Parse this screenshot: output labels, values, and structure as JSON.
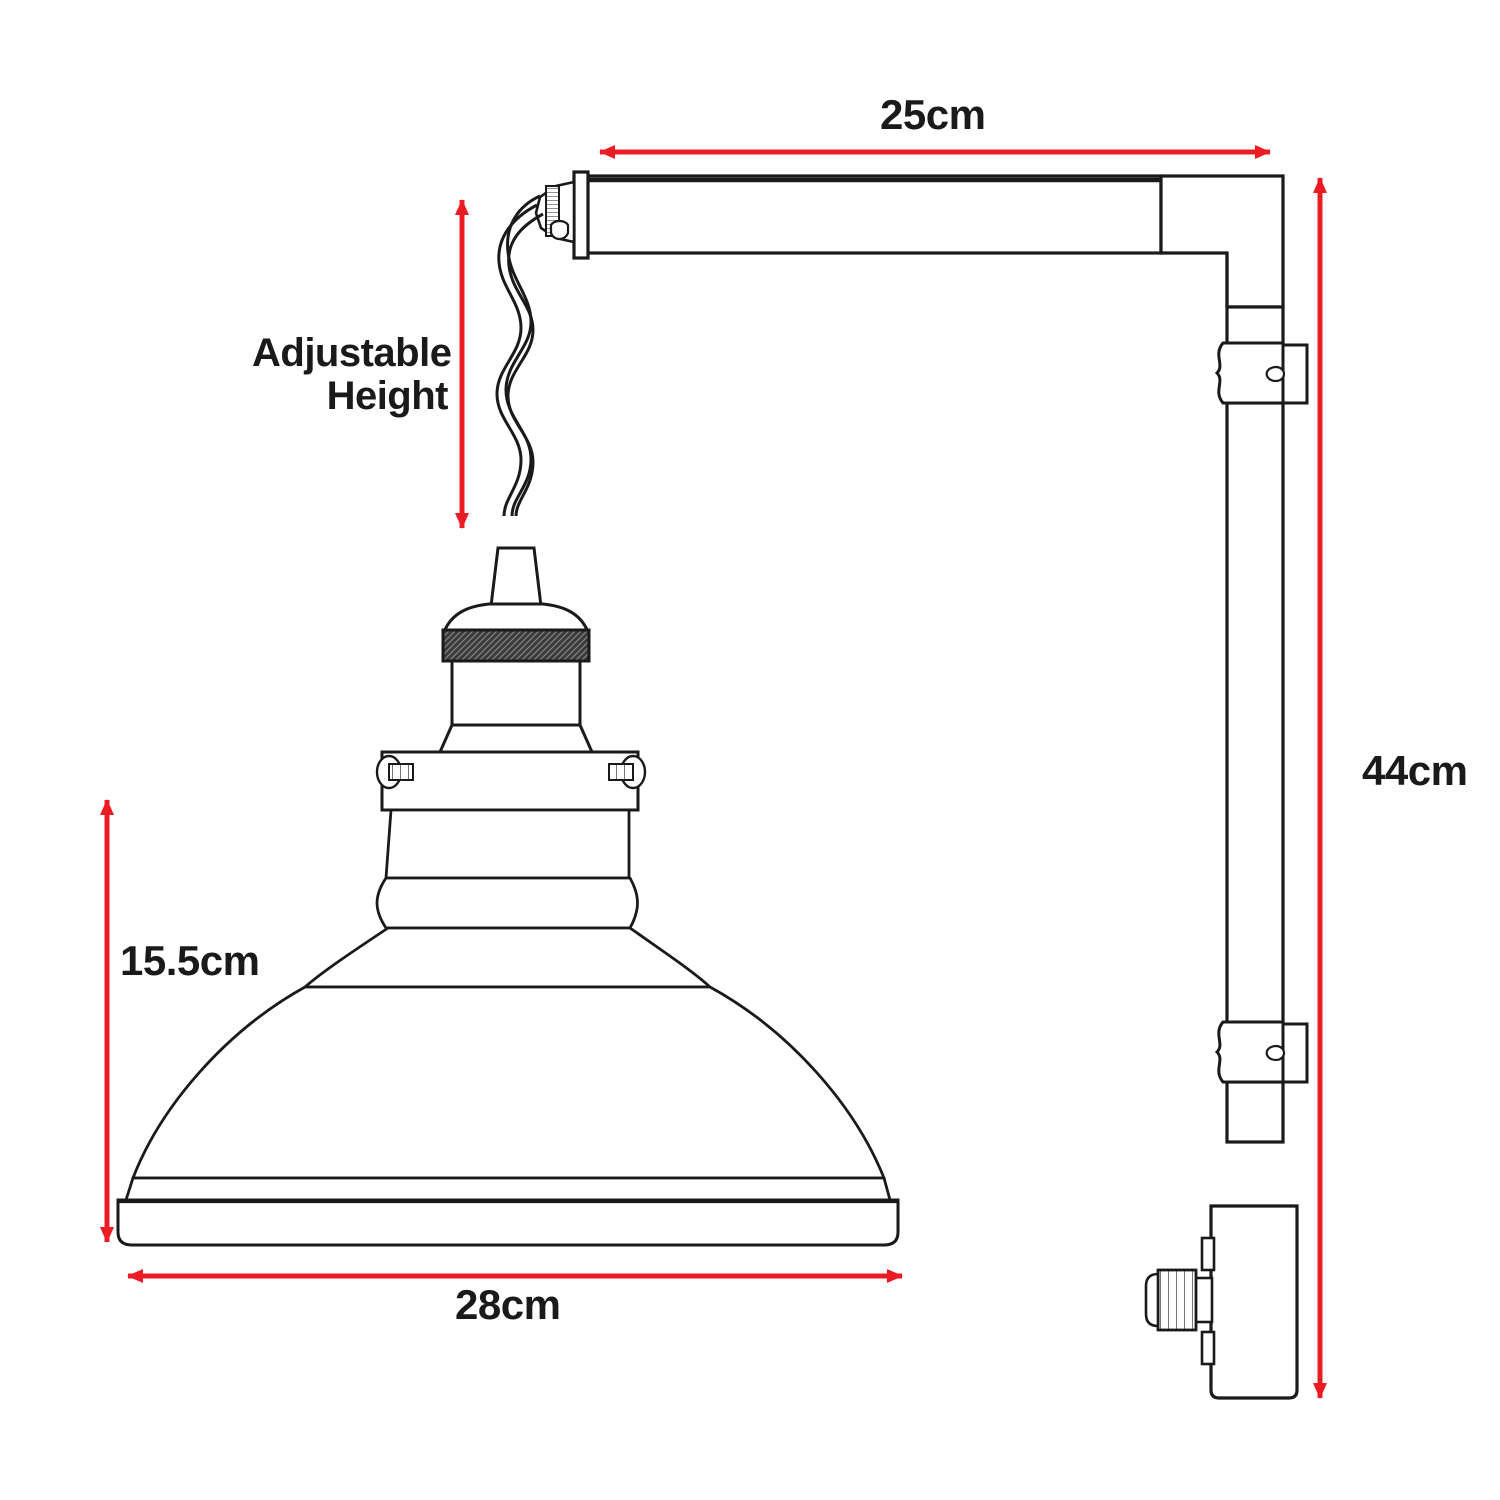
{
  "diagram": {
    "title": "Wall-mounted swing-arm pendant lamp dimension drawing",
    "line_color": "#1a1a1a",
    "dimension_color": "#ec1c24",
    "text_color": "#1a1a1a",
    "background_color": "#ffffff"
  },
  "dimensions": {
    "arm_reach": {
      "label": "25cm",
      "name": "arm-reach",
      "orientation": "horizontal",
      "arrow_style": "double"
    },
    "adjustable_drop": {
      "label": "Adjustable\nHeight",
      "name": "adjustable-height",
      "orientation": "vertical",
      "arrow_style": "double"
    },
    "total_height": {
      "label": "44cm",
      "name": "total-height",
      "orientation": "vertical",
      "arrow_style": "double"
    },
    "shade_height": {
      "label": "15.5cm",
      "name": "shade-height",
      "orientation": "vertical",
      "arrow_style": "double"
    },
    "shade_width": {
      "label": "28cm",
      "name": "shade-width",
      "orientation": "horizontal",
      "arrow_style": "double"
    }
  },
  "parts": {
    "horizontal_arm": "horizontal-arm",
    "elbow": "elbow-joint",
    "vertical_post": "vertical-post",
    "upper_clamp": "upper-clamp-collar",
    "lower_clamp": "lower-clamp-collar",
    "wall_mount": "wall-mount-base",
    "thumbscrew": "knurled-thumbscrew",
    "cord": "twisted-fabric-cord",
    "cord_connector": "cord-swivel-connector",
    "strain_relief": "cord-strain-relief",
    "lamp_holder": "lamp-holder",
    "knurled_ring": "knurled-ring",
    "shade_collar": "shade-collar",
    "shade_screws": "shade-collar-screws",
    "shade_neck": "shade-neck",
    "shade_dome": "shade-dome",
    "shade_rim": "shade-bottom-rim"
  }
}
